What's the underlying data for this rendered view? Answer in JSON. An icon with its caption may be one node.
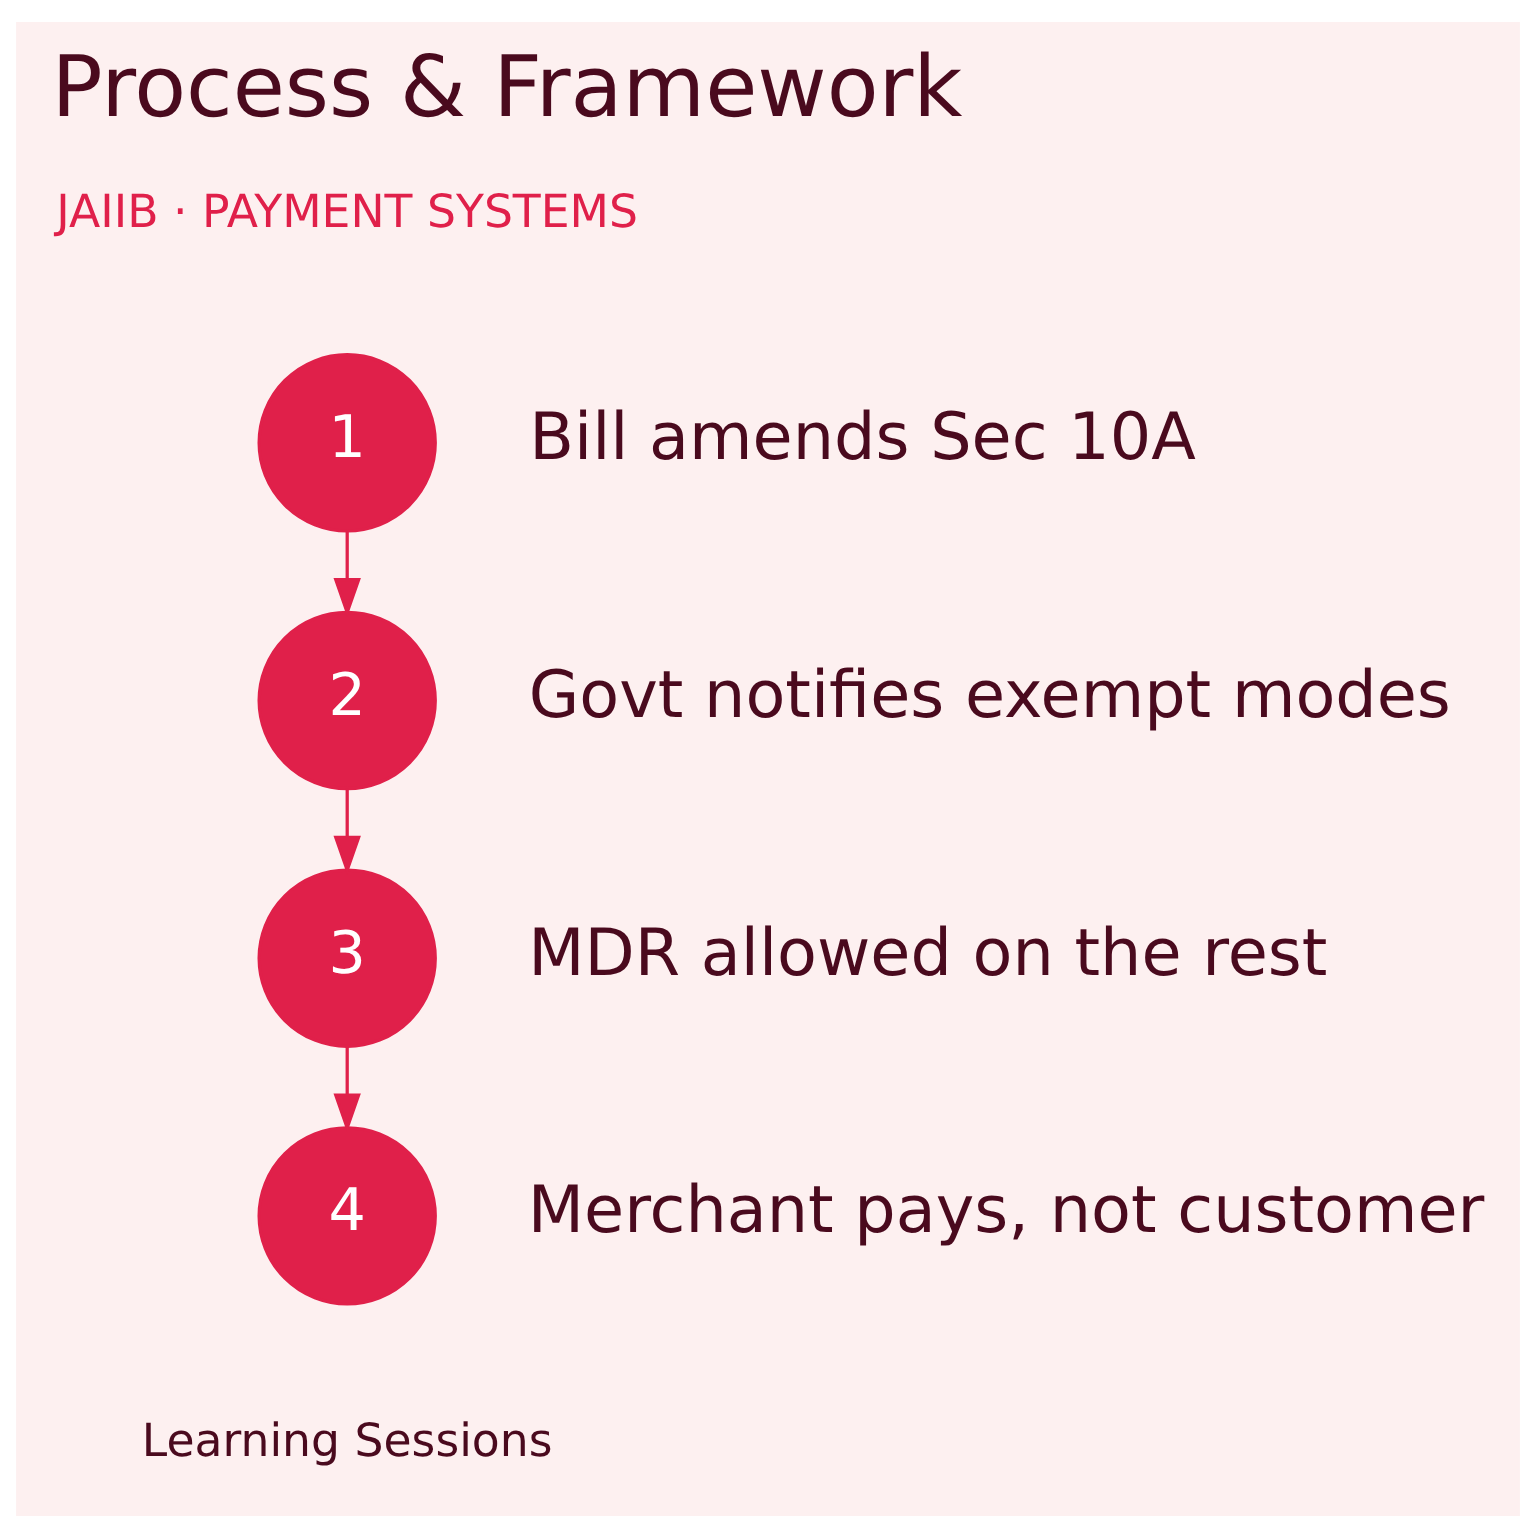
{
  "diagram": {
    "title": "Process & Framework",
    "nodes": [
      {
        "text": [
          "1"
        ],
        "beside": [
          "Bill amends Sec 10A"
        ]
      },
      {
        "text": [
          "2"
        ],
        "beside": [
          "Govt notifies exempt modes"
        ]
      },
      {
        "text": [
          "3"
        ],
        "beside": [
          "MDR allowed on the rest"
        ]
      },
      {
        "text": [
          "4"
        ],
        "beside": [
          "Merchant pays, not customer"
        ]
      }
    ],
    "edges": [
      {
        "from": 0,
        "to": 1,
        "arrow": "to"
      },
      {
        "from": 1,
        "to": 2,
        "arrow": "to"
      },
      {
        "from": 2,
        "to": 3,
        "arrow": "to"
      }
    ],
    "labels": [
      "JAIIB · PAYMENT SYSTEMS",
      "Learning Sessions"
    ]
  }
}
